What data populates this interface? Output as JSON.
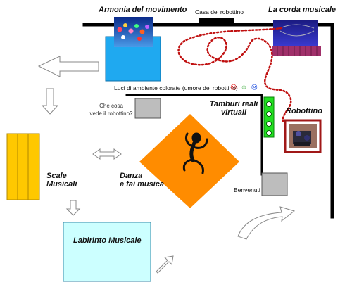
{
  "labels": {
    "armonia": "Armonia del movimento",
    "casa": "Casa del robottino",
    "corda": "La corda musicale",
    "luci": "Luci di ambiente colorate (umore del robottino)",
    "che_cosa_1": "Che cosa",
    "che_cosa_2": "vede il robottino?",
    "tamburi_1": "Tamburi reali",
    "tamburi_2": "virtuali",
    "robottino": "Robottino",
    "scale_1": "Scale",
    "scale_2": "Musicali",
    "danza_1": "Danza",
    "danza_2": "e fai musica",
    "benvenuti": "Benvenuti",
    "labirinto": "Labirinto Musicale"
  },
  "mood_lights": [
    {
      "symbol": "☹",
      "color": "#e02020"
    },
    {
      "symbol": "☺",
      "color": "#20a020"
    },
    {
      "symbol": "☹",
      "color": "#2050e0"
    }
  ],
  "colors": {
    "wall": "#000000",
    "pool": "#1fa9f0",
    "curtain_panel": "#2020a8",
    "keyboard": "#a0306a",
    "dance_floor": "#ff8c00",
    "drum_strip": "#20e020",
    "stairs": "#ffc800",
    "maze": "#ccffff",
    "robot_frame": "#a01818",
    "robot_path": "#c01010",
    "grey_box": "#bdbdbd"
  },
  "icons": [
    "dancer-icon",
    "balloons-icon",
    "robot-icon",
    "arrow-icon"
  ]
}
